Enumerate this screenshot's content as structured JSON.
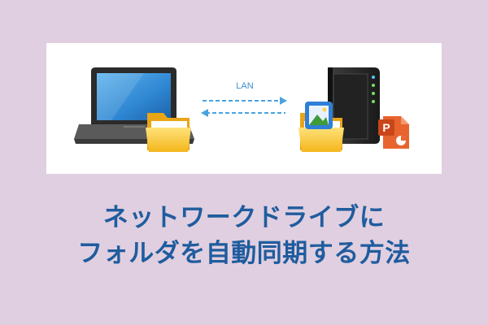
{
  "diagram": {
    "connection_label": "LAN"
  },
  "headline": {
    "line1": "ネットワークドライブに",
    "line2": "フォルダを自動同期する方法"
  },
  "icons": [
    "laptop-icon",
    "folder-icon",
    "nas-server-icon",
    "photo-file-icon",
    "powerpoint-file-icon",
    "bidirectional-arrow-icon"
  ],
  "colors": {
    "background": "#e0cfe0",
    "panel": "#ffffff",
    "headline": "#1f5c9e",
    "arrow": "#4aa3df"
  }
}
